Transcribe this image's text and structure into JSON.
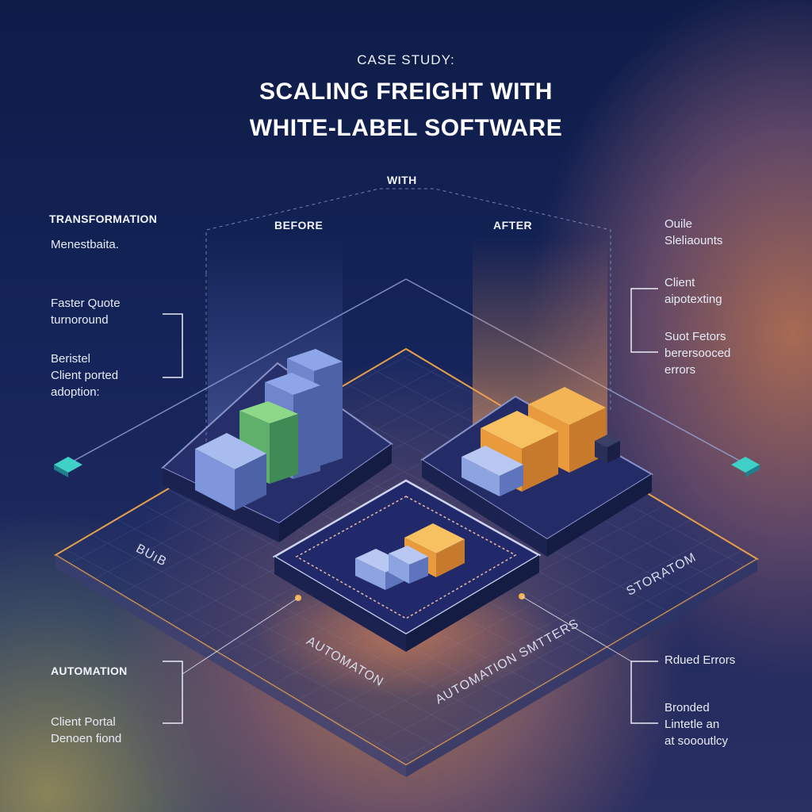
{
  "header": {
    "kicker": "CASE STUDY:",
    "title_line1": "SCALING FREIGHT WITH",
    "title_line2": "WHITE-LABEL SOFTWARE"
  },
  "diagram": {
    "with_label": "WITH",
    "before_label": "BEFORE",
    "after_label": "AFTER"
  },
  "left": {
    "section1_title": "TRANSFORMATION",
    "section1_sub": "Menestbaita.",
    "item1_line1": "Faster Quote",
    "item1_line2": "turnoround",
    "item2_line1": "Beristel",
    "item2_line2": "Client ported",
    "item2_line3": "adoption:",
    "section2_title": "AUTOMATION",
    "item3_line1": "Client Portal",
    "item3_line2": "Denoen fiond"
  },
  "right": {
    "top_line1": "Ouile",
    "top_line2": "Sleliaounts",
    "item1_line1": "Client",
    "item1_line2": "aipotexting",
    "item2_line1": "Suot Fetors",
    "item2_line2": "berersooced",
    "item2_line3": "errors",
    "item3": "Rdued Errors",
    "item4_line1": "Bronded",
    "item4_line2": "Lintetle an",
    "item4_line3": "at soooutlcy"
  },
  "board": {
    "left_label": "BUıB",
    "right_label": "STORATOM",
    "bottom_left": "AUTOMATON",
    "bottom_right": "AUTOMATION SMTTERS"
  },
  "colors": {
    "accent_orange": "#e8a14a",
    "accent_blue": "#8aa2de",
    "accent_green": "#6fbf6a",
    "accent_teal": "#3fd0c8",
    "background": "#15245a"
  }
}
